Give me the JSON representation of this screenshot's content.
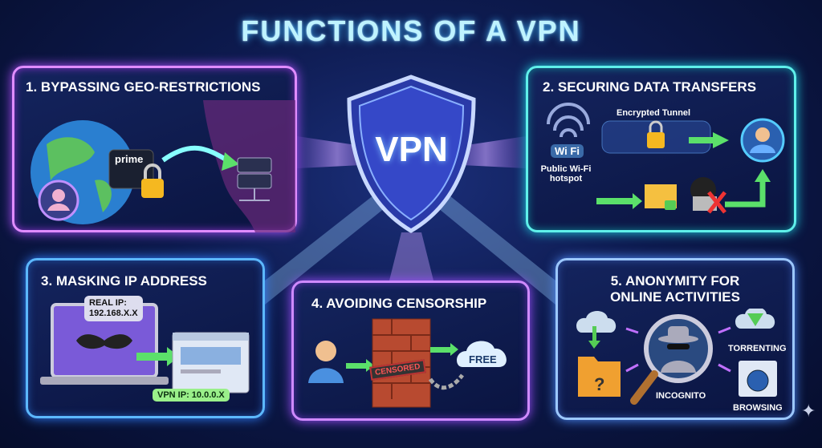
{
  "title": "FUNCTIONS OF A VPN",
  "shield_label": "VPN",
  "panels": {
    "geo": {
      "title": "1. BYPASSING GEO-RESTRICTIONS",
      "service_label": "prime"
    },
    "secure": {
      "title": "2. SECURING DATA TRANSFERS",
      "tunnel_label": "Encrypted Tunnel",
      "wifi_badge": "Wi Fi",
      "wifi_label_1": "Public Wi-Fi",
      "wifi_label_2": "hotspot"
    },
    "mask": {
      "title": "3. MASKING IP ADDRESS",
      "real_ip_1": "REAL IP:",
      "real_ip_2": "192.168.X.X",
      "vpn_ip": "VPN IP: 10.0.0.X"
    },
    "censor": {
      "title": "4. AVOIDING CENSORSHIP",
      "censored_label": "CENSORED",
      "free_label": "FREE"
    },
    "anon": {
      "title_1": "5. ANONYMITY FOR",
      "title_2": "ONLINE ACTIVITIES",
      "torrenting": "TORRENTING",
      "incognito": "INCOGNITO",
      "browsing": "BROWSING"
    }
  },
  "colors": {
    "background": "#0d1a4e",
    "panel1": "#e08cff",
    "panel2": "#5ff0ea",
    "panel3": "#5cb8ff",
    "panel4": "#cf8aff",
    "panel5": "#9cc8ff",
    "arrow": "#5be06a"
  }
}
